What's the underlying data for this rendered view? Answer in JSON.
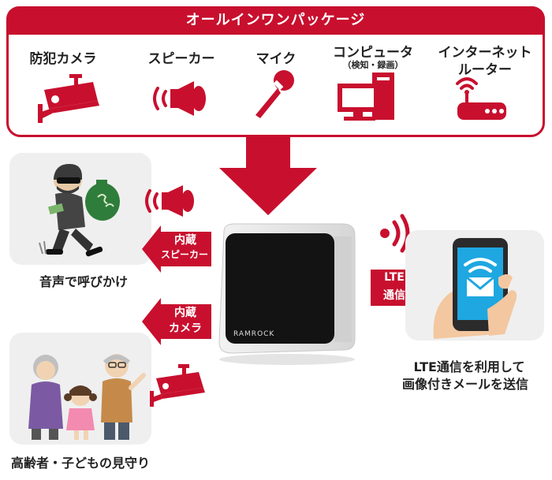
{
  "package": {
    "title": "オールインワンパッケージ",
    "items": [
      {
        "label": "防犯カメラ",
        "sub": "",
        "icon": "security-camera-icon"
      },
      {
        "label": "スピーカー",
        "sub": "",
        "icon": "speaker-icon"
      },
      {
        "label": "マイク",
        "sub": "",
        "icon": "microphone-icon"
      },
      {
        "label": "コンピュータ",
        "sub": "（検知・録画）",
        "icon": "computer-icon"
      },
      {
        "label": "インターネット",
        "sub": "ルーター",
        "icon": "router-icon"
      }
    ]
  },
  "device": {
    "brand": "RAMROCK"
  },
  "arrows": {
    "speaker_line1": "内蔵",
    "speaker_line2": "スピーカー",
    "camera_line1": "内蔵",
    "camera_line2": "カメラ",
    "lte_line1": "LTE",
    "lte_line2": "通信"
  },
  "captions": {
    "intruder": "音声で呼びかけ",
    "family": "高齢者・子どもの見守り",
    "phone_line1": "LTE通信を利用して",
    "phone_line2": "画像付きメールを送信"
  },
  "colors": {
    "accent": "#c8102e",
    "panel": "#efefef",
    "phone_blue": "#1ea7e1"
  }
}
